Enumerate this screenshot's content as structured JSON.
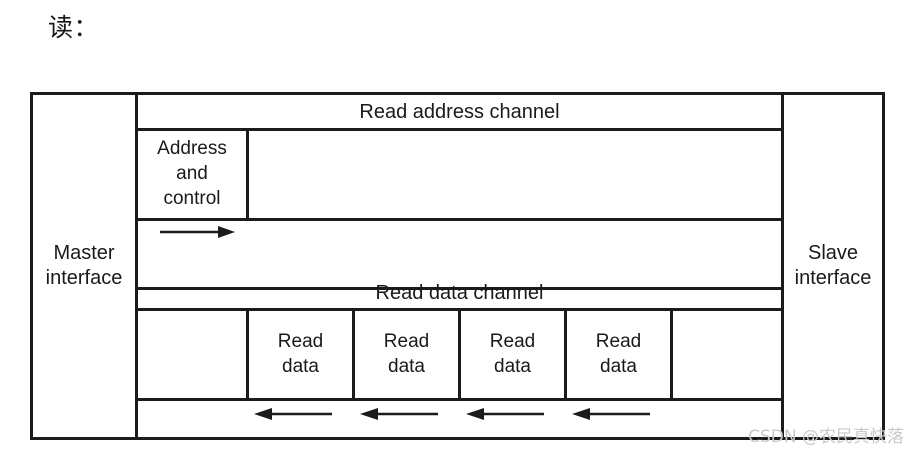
{
  "page": {
    "heading": "读：",
    "watermark": "CSDN @农民真快落",
    "bg_color": "#ffffff",
    "line_color": "#1b1b1b",
    "text_color": "#1a1a1a",
    "watermark_color": "#c9c9c9"
  },
  "diagram": {
    "type": "axi-read-transaction-channel-diagram",
    "master": {
      "line1": "Master",
      "line2": "interface"
    },
    "slave": {
      "line1": "Slave",
      "line2": "interface"
    },
    "channels": [
      {
        "id": "read-address-channel",
        "title": "Read address channel",
        "cells": [
          {
            "line1": "Address",
            "line2": "and",
            "line3": "control"
          },
          {
            "line1": "",
            "line2": "",
            "line3": ""
          }
        ],
        "arrows": [
          {
            "direction": "right",
            "count": 1
          }
        ]
      },
      {
        "id": "read-data-channel",
        "title": "Read data channel",
        "cells": [
          {
            "line1": "",
            "line2": ""
          },
          {
            "line1": "Read",
            "line2": "data"
          },
          {
            "line1": "Read",
            "line2": "data"
          },
          {
            "line1": "Read",
            "line2": "data"
          },
          {
            "line1": "Read",
            "line2": "data"
          },
          {
            "line1": "",
            "line2": ""
          }
        ],
        "arrows": [
          {
            "direction": "left",
            "count": 4
          }
        ]
      }
    ]
  }
}
